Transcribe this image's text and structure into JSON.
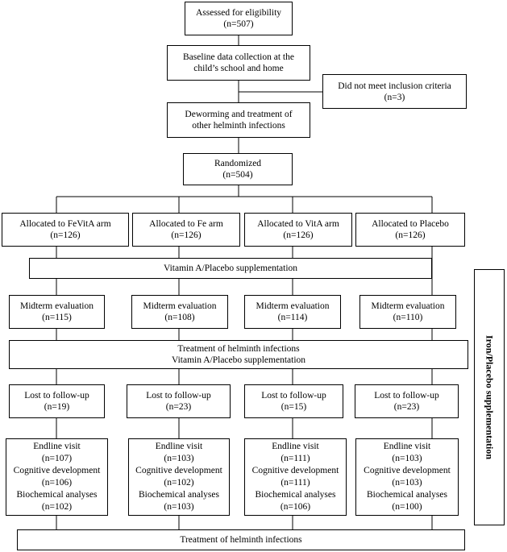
{
  "assessed": {
    "l1": "Assessed for eligibility",
    "l2": "(n=507)"
  },
  "baseline": {
    "l1": "Baseline data collection at the",
    "l2": "child’s school and home"
  },
  "excluded": {
    "l1": "Did not meet inclusion criteria",
    "l2": "(n=3)"
  },
  "deworming": {
    "l1": "Deworming and treatment of",
    "l2": "other helminth infections"
  },
  "randomized": {
    "l1": "Randomized",
    "l2": "(n=504)"
  },
  "arms": [
    {
      "alloc_label": "Allocated to FeVitA arm",
      "alloc_n": "(n=126)",
      "mid_label": "Midterm evaluation",
      "mid_n": "(n=115)",
      "lost_label": "Lost to follow-up",
      "lost_n": "(n=19)",
      "endline": [
        "Endline visit",
        "(n=107)",
        "Cognitive development",
        "(n=106)",
        "Biochemical analyses",
        "(n=102)"
      ]
    },
    {
      "alloc_label": "Allocated to Fe arm",
      "alloc_n": "(n=126)",
      "mid_label": "Midterm evaluation",
      "mid_n": "(n=108)",
      "lost_label": "Lost to follow-up",
      "lost_n": "(n=23)",
      "endline": [
        "Endline visit",
        "(n=103)",
        "Cognitive development",
        "(n=102)",
        "Biochemical analyses",
        "(n=103)"
      ]
    },
    {
      "alloc_label": "Allocated to VitA arm",
      "alloc_n": "(n=126)",
      "mid_label": "Midterm evaluation",
      "mid_n": "(n=114)",
      "lost_label": "Lost to follow-up",
      "lost_n": "(n=15)",
      "endline": [
        "Endline visit",
        "(n=111)",
        "Cognitive development",
        "(n=111)",
        "Biochemical analyses",
        "(n=106)"
      ]
    },
    {
      "alloc_label": "Allocated to Placebo",
      "alloc_n": "(n=126)",
      "mid_label": "Midterm evaluation",
      "mid_n": "(n=110)",
      "lost_label": "Lost to follow-up",
      "lost_n": "(n=23)",
      "endline": [
        "Endline visit",
        "(n=103)",
        "Cognitive development",
        "(n=103)",
        "Biochemical analyses",
        "(n=100)"
      ]
    }
  ],
  "vita_supplementation": "Vitamin A/Placebo supplementation",
  "helminth_vita": {
    "l1": "Treatment of helminth infections",
    "l2": "Vitamin A/Placebo supplementation"
  },
  "final_treatment": "Treatment of helminth infections",
  "side_label": "Iron/Placebo supplementation"
}
